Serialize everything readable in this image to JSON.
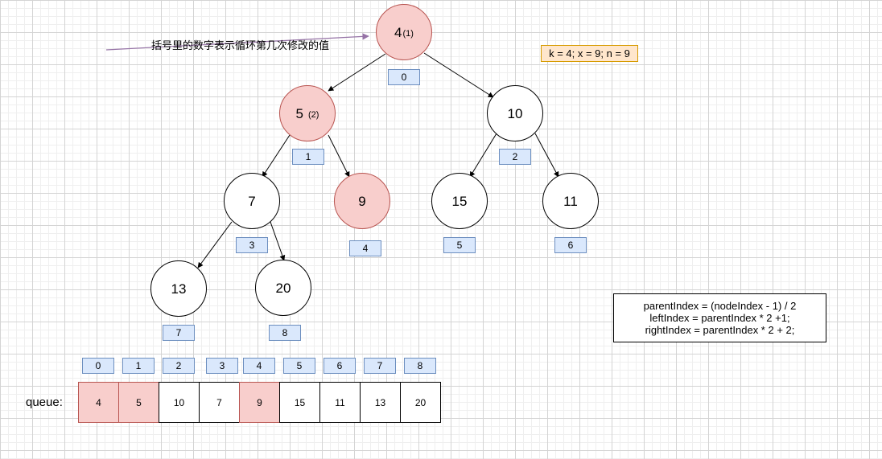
{
  "annotation": "括号里的数字表示循环第几次修改的值",
  "variables": "k = 4; x = 9; n = 9",
  "formulas": [
    "parentIndex = (nodeIndex - 1) / 2",
    "leftIndex = parentIndex * 2 +1;",
    "rightIndex = parentIndex * 2 + 2;"
  ],
  "queue_label": "queue:",
  "tree": {
    "nodes": [
      {
        "value": "4",
        "note": "(1)",
        "index": "0",
        "highlighted": true
      },
      {
        "value": "5",
        "note": "(2)",
        "index": "1",
        "highlighted": true
      },
      {
        "value": "10",
        "note": "",
        "index": "2",
        "highlighted": false
      },
      {
        "value": "7",
        "note": "",
        "index": "3",
        "highlighted": false
      },
      {
        "value": "9",
        "note": "",
        "index": "4",
        "highlighted": true
      },
      {
        "value": "15",
        "note": "",
        "index": "5",
        "highlighted": false
      },
      {
        "value": "11",
        "note": "",
        "index": "6",
        "highlighted": false
      },
      {
        "value": "13",
        "note": "",
        "index": "7",
        "highlighted": false
      },
      {
        "value": "20",
        "note": "",
        "index": "8",
        "highlighted": false
      }
    ]
  },
  "queue": {
    "indices": [
      "0",
      "1",
      "2",
      "3",
      "4",
      "5",
      "6",
      "7",
      "8"
    ],
    "values": [
      "4",
      "5",
      "10",
      "7",
      "9",
      "15",
      "11",
      "13",
      "20"
    ],
    "highlighted": [
      true,
      true,
      false,
      false,
      true,
      false,
      false,
      false,
      false
    ]
  },
  "colors": {
    "highlight_fill": "#f8cecc",
    "highlight_stroke": "#b85450",
    "index_fill": "#dae8fc",
    "index_stroke": "#6c8ebf",
    "vars_fill": "#ffe6cc",
    "vars_stroke": "#d79b00",
    "annotation_arrow": "#9673a6"
  }
}
